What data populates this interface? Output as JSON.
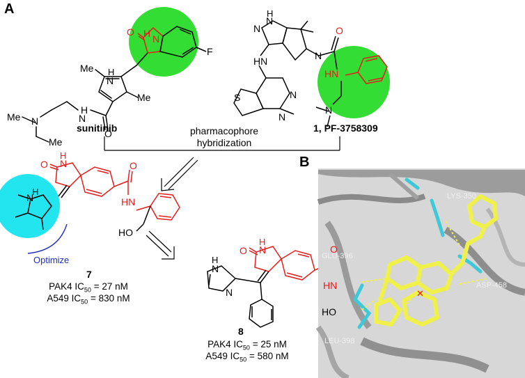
{
  "panels": {
    "a": "A",
    "b": "B"
  },
  "compounds": {
    "sunitinib": "sunitinib",
    "pf": "1, PF-3758309",
    "c7": "7",
    "c8": "8"
  },
  "hybridization": {
    "line1": "pharmacophore",
    "line2": "hybridization"
  },
  "optimize": "Optimize",
  "activity": {
    "c7": [
      {
        "pre": "PAK4 IC",
        "sub": "50",
        "post": " = 27 nM"
      },
      {
        "pre": "A549 IC",
        "sub": "50",
        "post": " = 830 nM"
      }
    ],
    "c8": [
      {
        "pre": "PAK4 IC",
        "sub": "50",
        "post": " = 25 nM"
      },
      {
        "pre": "A549 IC",
        "sub": "50",
        "post": " = 580 nM"
      }
    ]
  },
  "residues": {
    "lys": "LYS-350",
    "glu": "GLU-396",
    "asp": "ASP-458",
    "leu": "LEU-398"
  },
  "atoms": {
    "me": "Me",
    "h": "H",
    "n": "N",
    "o": "O",
    "f": "F",
    "s": "S",
    "nh": "NH",
    "hn": "HN",
    "ho": "HO",
    "hn_ring": "H\nN"
  },
  "colors": {
    "pharmacophore_highlight": "#33dd33",
    "optimize_highlight": "#22e5f0",
    "hybrid_fragment": "#e81c1c",
    "optimize_arc": "#1f2fb8",
    "ligand": "#f0f04a",
    "protein_stick": "#3fc8d8",
    "protein_ribbon": "#8c8c8c"
  }
}
